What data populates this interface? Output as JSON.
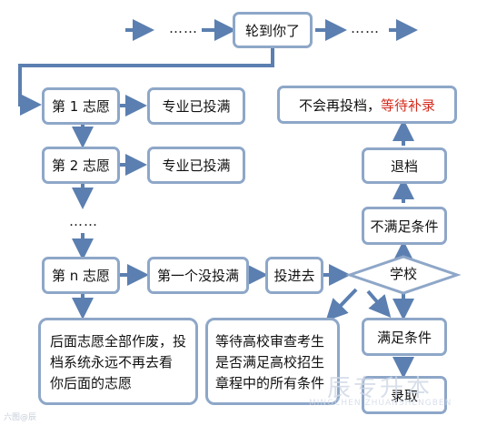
{
  "top": {
    "dots_left": "……",
    "current": "轮到你了",
    "dots_right": "……"
  },
  "choice1": {
    "label": "第 1 志愿",
    "result": "专业已投满"
  },
  "choice2": {
    "label": "第 2 志愿",
    "result": "专业已投满"
  },
  "dots_mid": "……",
  "choiceN": {
    "label": "第 n 志愿",
    "first_open": "第一个没投满",
    "submit": "投进去"
  },
  "school": "学校",
  "right_branch": {
    "final_prefix": "不会再投档，",
    "final_highlight": "等待补录",
    "withdraw": "退档",
    "not_met": "不满足条件",
    "met": "满足条件",
    "admit": "录取"
  },
  "note_left": [
    "后面志愿全部作废，投",
    "档系统永远不再去看",
    "你后面的志愿"
  ],
  "note_middle": [
    "等待高校审查考生",
    "是否满足高校招生",
    "章程中的所有条件"
  ],
  "watermark": {
    "title": "辰专升本",
    "sub": "MINGCHEN ZHUANSHENGBEN",
    "corner": "六图@辰"
  },
  "colors": {
    "arrow": "#5b7fb0",
    "box_border": "#8ea7c8",
    "highlight": "#d42b1e"
  }
}
